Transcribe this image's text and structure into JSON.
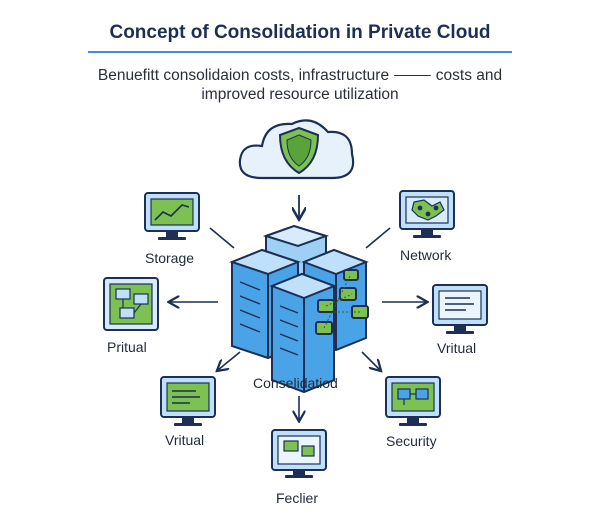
{
  "title": "Concept of Consolidation in Private Cloud",
  "subtitle_line1": "Benuefitt consolidaion costs, infrastructure ⸻ costs and",
  "subtitle_line2": "improved resource utilization",
  "center_label": "Conselidatiod",
  "nodes": {
    "storage": "Storage",
    "network": "Network",
    "pritual": "Pritual",
    "vritual_right": "Vritual",
    "vritual_left": "Vritual",
    "security": "Security",
    "feclier": "Feclier"
  },
  "colors": {
    "navy": "#1d2f55",
    "blue": "#4aa3e6",
    "light_blue": "#bfe0fa",
    "green": "#7cc152",
    "rule": "#3d8fd8"
  },
  "icons": [
    "cloud-shield-icon",
    "server-cluster-icon",
    "monitor-chart-icon",
    "network-map-icon",
    "document-grid-icon",
    "monitor-text-icon",
    "security-monitor-icon"
  ]
}
